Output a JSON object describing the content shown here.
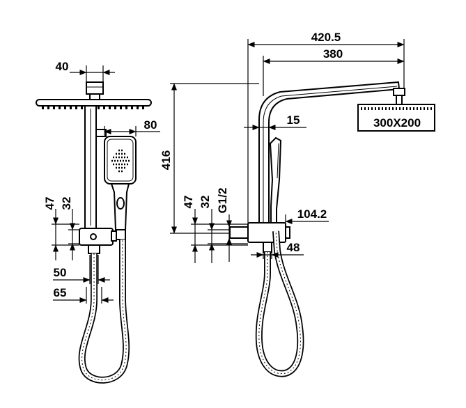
{
  "front_view": {
    "dimensions": {
      "connector_width": "40",
      "hand_shower_width": "80",
      "height_a": "47",
      "height_b": "32",
      "width_a": "50",
      "width_b": "65"
    }
  },
  "side_view": {
    "dimensions": {
      "total_reach": "420.5",
      "arm_reach": "380",
      "wall_offset": "15",
      "head_size": "300X200",
      "total_height": "416",
      "height_a": "47",
      "height_b": "32",
      "thread": "G1/2",
      "mixer_depth": "104.2",
      "outlet_offset": "48"
    }
  }
}
